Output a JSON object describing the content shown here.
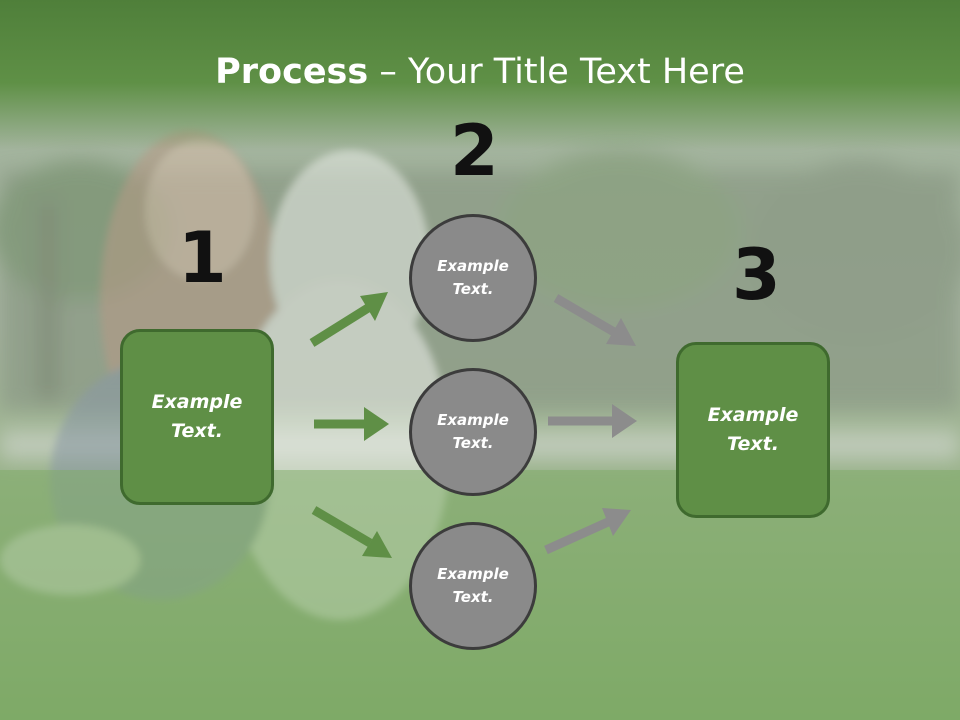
{
  "title": {
    "bold": "Process",
    "rest": " – Your Title Text Here"
  },
  "steps": [
    {
      "number": "1",
      "text": "Example\nText."
    },
    {
      "number": "2",
      "text": "Example\nText."
    },
    {
      "number": "3",
      "text": "Example\nText."
    }
  ],
  "circles": [
    {
      "text": "Example\nText."
    },
    {
      "text": "Example\nText."
    },
    {
      "text": "Example\nText."
    }
  ],
  "colors": {
    "green": "#5f8f46",
    "green_dark": "#3f6a2e",
    "gray": "#8a8a8a",
    "arrow_gray": "#8c8c8c",
    "arrow_green": "#5f8f46"
  }
}
